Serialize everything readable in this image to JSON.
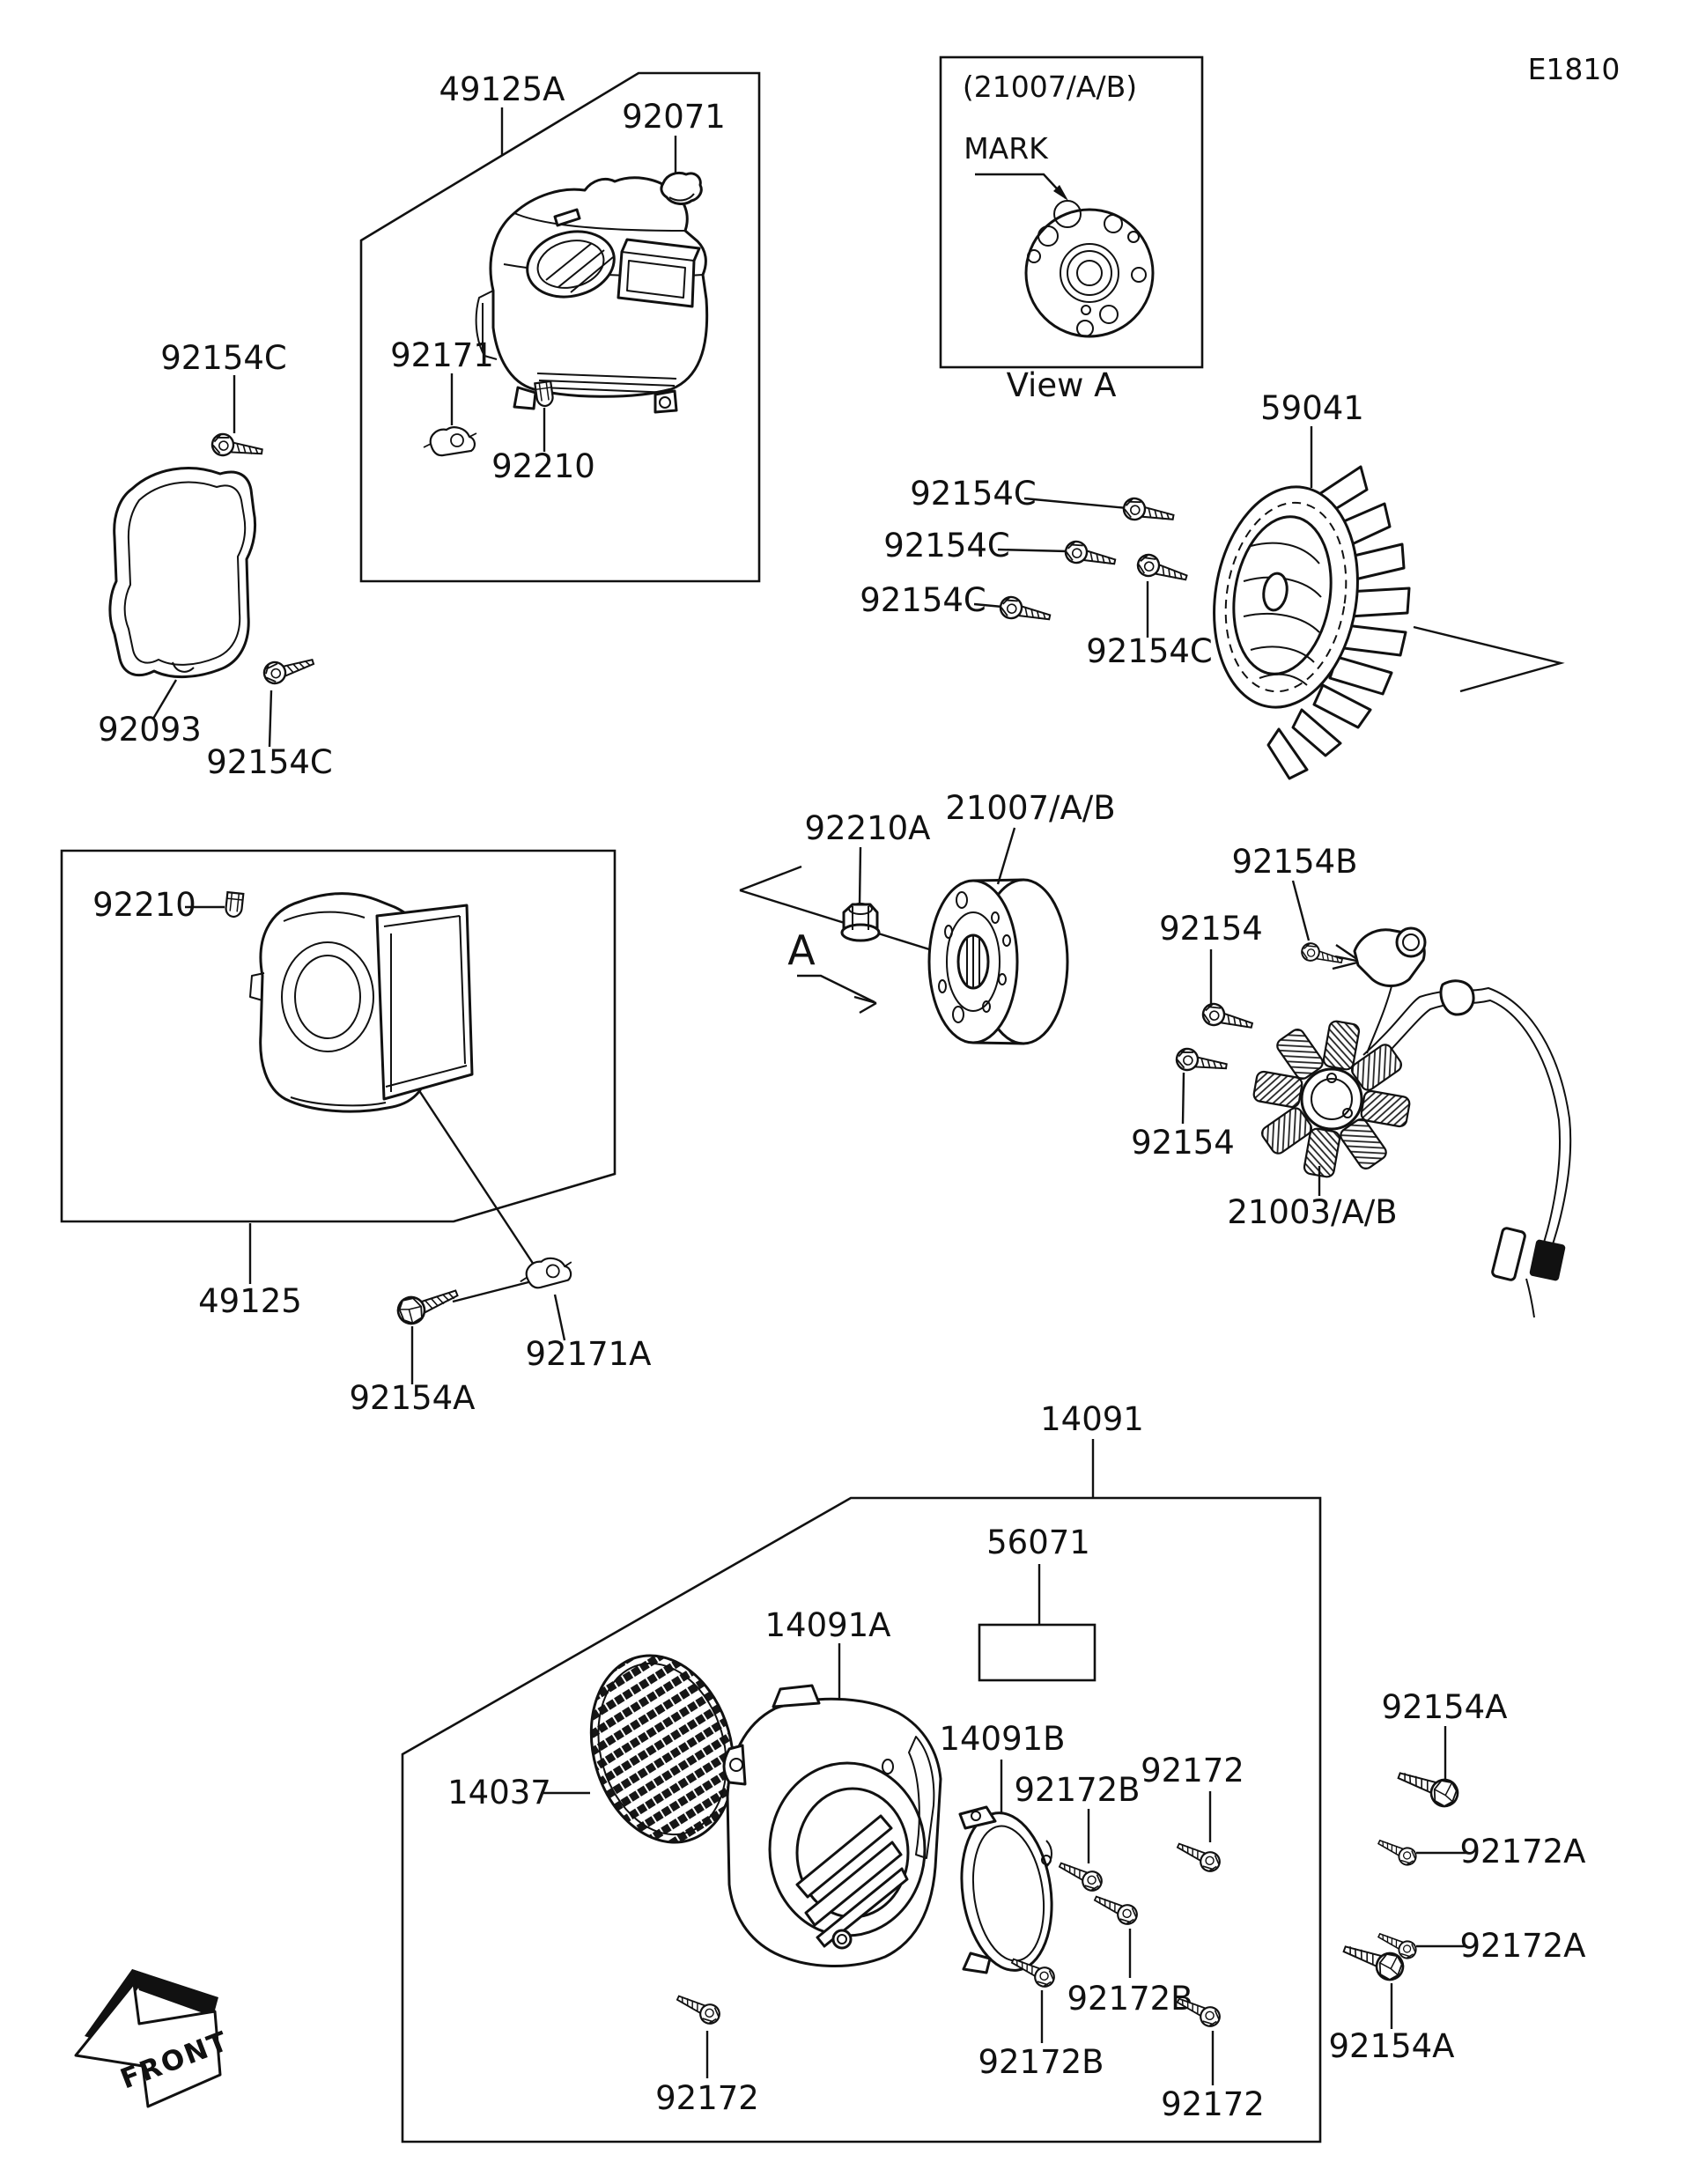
{
  "page": {
    "code": "E1810",
    "background": "#ffffff",
    "line_color": "#111111"
  },
  "view_a": {
    "note": "(21007/A/B)",
    "mark": "MARK",
    "caption": "View A"
  },
  "direction": {
    "view_letter": "A"
  },
  "front": {
    "label": "FRONT"
  },
  "labels": [
    {
      "t": "49125A"
    },
    {
      "t": "92071"
    },
    {
      "t": "92171"
    },
    {
      "t": "92210"
    },
    {
      "t": "92154C"
    },
    {
      "t": "92093"
    },
    {
      "t": "92154C"
    },
    {
      "t": "59041"
    },
    {
      "t": "92154C"
    },
    {
      "t": "92154C"
    },
    {
      "t": "92154C"
    },
    {
      "t": "92154C"
    },
    {
      "t": "92210A"
    },
    {
      "t": "21007/A/B"
    },
    {
      "t": "92154B"
    },
    {
      "t": "92154"
    },
    {
      "t": "92154"
    },
    {
      "t": "21003/A/B"
    },
    {
      "t": "92210"
    },
    {
      "t": "49125"
    },
    {
      "t": "92171A"
    },
    {
      "t": "92154A"
    },
    {
      "t": "14091"
    },
    {
      "t": "56071"
    },
    {
      "t": "14091A"
    },
    {
      "t": "14037"
    },
    {
      "t": "14091B"
    },
    {
      "t": "92172B"
    },
    {
      "t": "92172"
    },
    {
      "t": "92154A"
    },
    {
      "t": "92172A"
    },
    {
      "t": "92172A"
    },
    {
      "t": "92172B"
    },
    {
      "t": "92172B"
    },
    {
      "t": "92172"
    },
    {
      "t": "92172"
    },
    {
      "t": "92154A"
    }
  ]
}
